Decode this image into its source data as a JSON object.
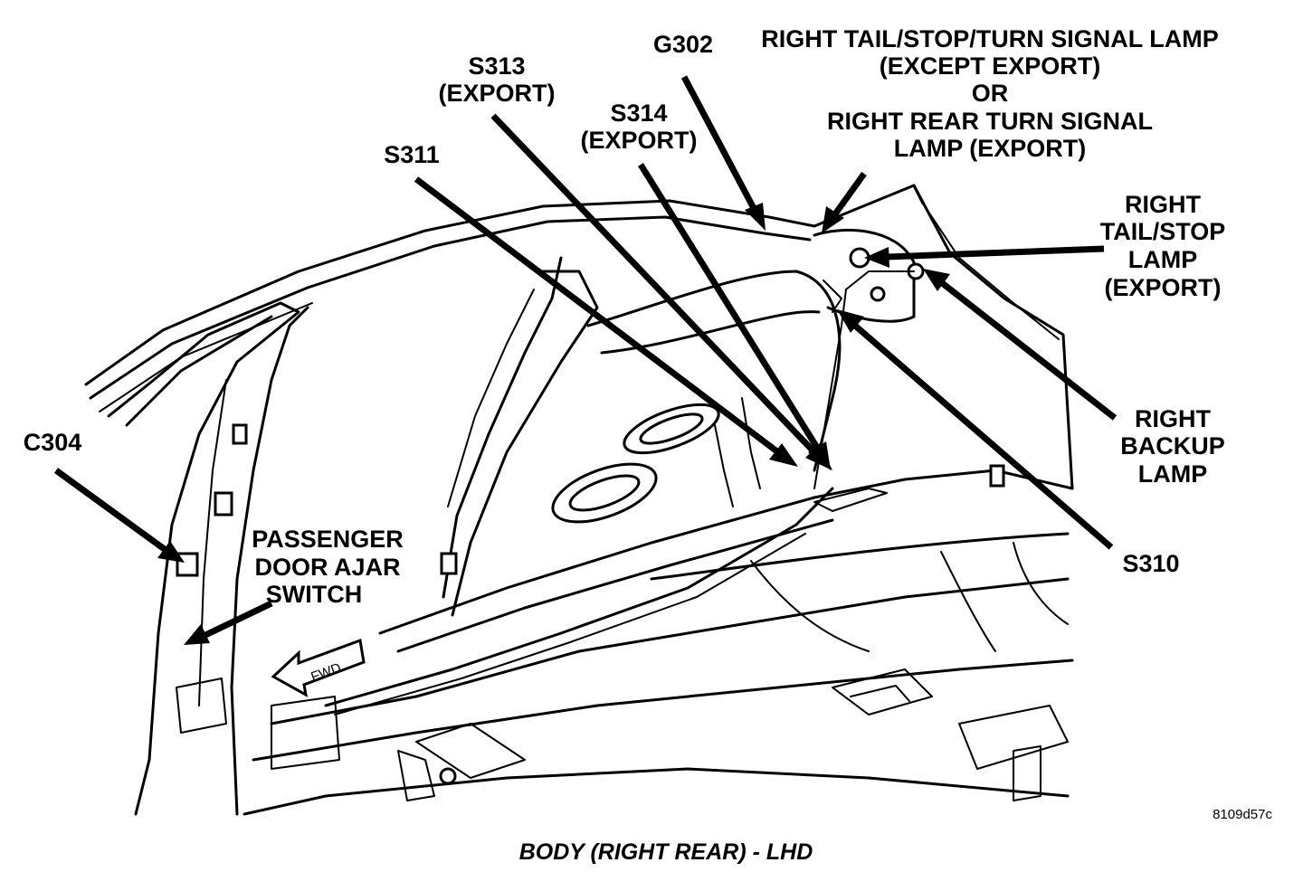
{
  "diagram": {
    "caption": "BODY (RIGHT REAR) - LHD",
    "figure_id": "8109d57c",
    "fwd_label": "FWD"
  },
  "callouts": {
    "g302": [
      "G302"
    ],
    "s313": [
      "S313",
      "(EXPORT)"
    ],
    "s314": [
      "S314",
      "(EXPORT)"
    ],
    "s311": [
      "S311"
    ],
    "right_tail_stop_turn": [
      "RIGHT TAIL/STOP/TURN SIGNAL LAMP",
      "(EXCEPT EXPORT)",
      "OR",
      "RIGHT REAR TURN SIGNAL",
      "LAMP (EXPORT)"
    ],
    "right_tail_stop": [
      "RIGHT",
      "TAIL/STOP",
      "LAMP",
      "(EXPORT)"
    ],
    "right_backup": [
      "RIGHT",
      "BACKUP",
      "LAMP"
    ],
    "s310": [
      "S310"
    ],
    "c304": [
      "C304"
    ],
    "passenger_door_ajar": [
      "PASSENGER",
      "DOOR AJAR",
      "SWITCH"
    ]
  }
}
